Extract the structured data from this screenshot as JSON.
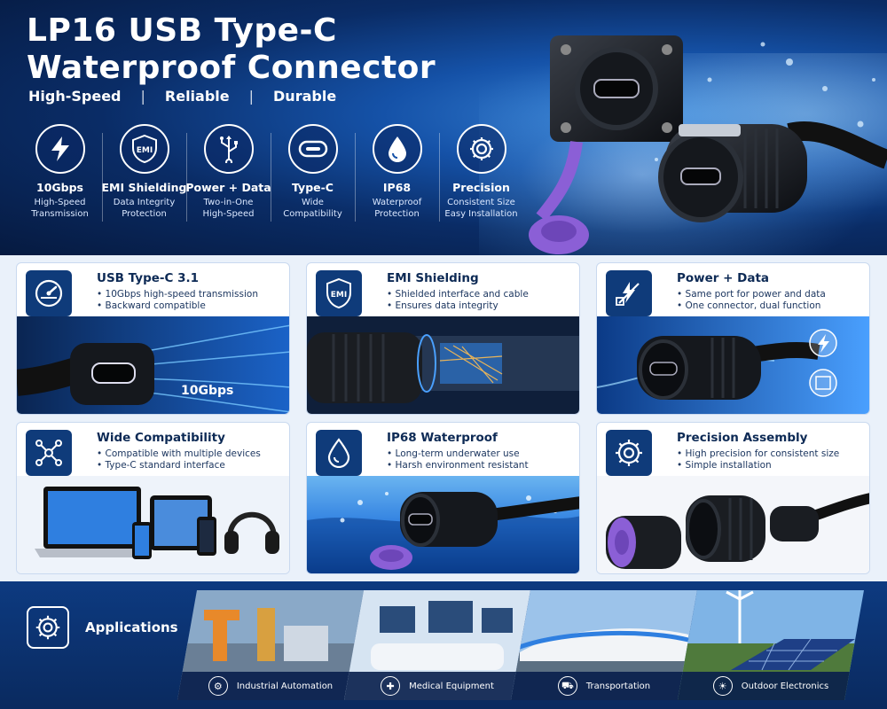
{
  "hero": {
    "title_line1": "LP16 USB Type-C",
    "title_line2": "Waterproof Connector",
    "tagline": [
      "High-Speed",
      "Reliable",
      "Durable"
    ],
    "tagline_sep": "|"
  },
  "features": [
    {
      "icon": "lightning-icon",
      "title": "10Gbps",
      "sub1": "High-Speed",
      "sub2": "Transmission"
    },
    {
      "icon": "emi-shield-icon",
      "icon_text": "EMI",
      "title": "EMI Shielding",
      "sub1": "Data Integrity",
      "sub2": "Protection"
    },
    {
      "icon": "usb-icon",
      "title": "Power + Data",
      "sub1": "Two-in-One",
      "sub2": "High-Speed"
    },
    {
      "icon": "type-c-port-icon",
      "title": "Type-C",
      "sub1": "Wide",
      "sub2": "Compatibility"
    },
    {
      "icon": "water-drop-icon",
      "title": "IP68",
      "sub1": "Waterproof",
      "sub2": "Protection"
    },
    {
      "icon": "gear-icon",
      "title": "Precision",
      "sub1": "Consistent Size",
      "sub2": "Easy Installation"
    }
  ],
  "cards": [
    {
      "icon": "speedometer-icon",
      "title": "USB Type-C 3.1",
      "bullets": [
        "10Gbps high-speed transmission",
        "Backward compatible"
      ],
      "art_label": "10Gbps"
    },
    {
      "icon": "emi-shield-icon",
      "icon_text": "EMI",
      "title": "EMI Shielding",
      "bullets": [
        "Shielded interface and cable",
        "Ensures data integrity"
      ]
    },
    {
      "icon": "power-data-icon",
      "title": "Power + Data",
      "bullets": [
        "Same port for power and data",
        "One connector, dual function"
      ]
    },
    {
      "icon": "network-icon",
      "title": "Wide Compatibility",
      "bullets": [
        "Compatible with multiple devices",
        "Type-C standard interface"
      ]
    },
    {
      "icon": "water-drop-icon",
      "title": "IP68 Waterproof",
      "bullets": [
        "Long-term underwater use",
        "Harsh environment resistant"
      ]
    },
    {
      "icon": "gear-icon",
      "title": "Precision Assembly",
      "bullets": [
        "High precision for consistent size",
        "Simple installation"
      ]
    }
  ],
  "applications": {
    "title": "Applications",
    "items": [
      {
        "icon": "factory-icon",
        "label": "Industrial Automation"
      },
      {
        "icon": "medical-cross-icon",
        "label": "Medical Equipment"
      },
      {
        "icon": "car-icon",
        "label": "Transportation"
      },
      {
        "icon": "solar-panel-icon",
        "label": "Outdoor Electronics"
      }
    ]
  },
  "colors": {
    "navy": "#0f3b7a",
    "hero_dark": "#061a40",
    "accent_blue": "#2f7fe0",
    "purple_cap": "#8b5fd6"
  }
}
